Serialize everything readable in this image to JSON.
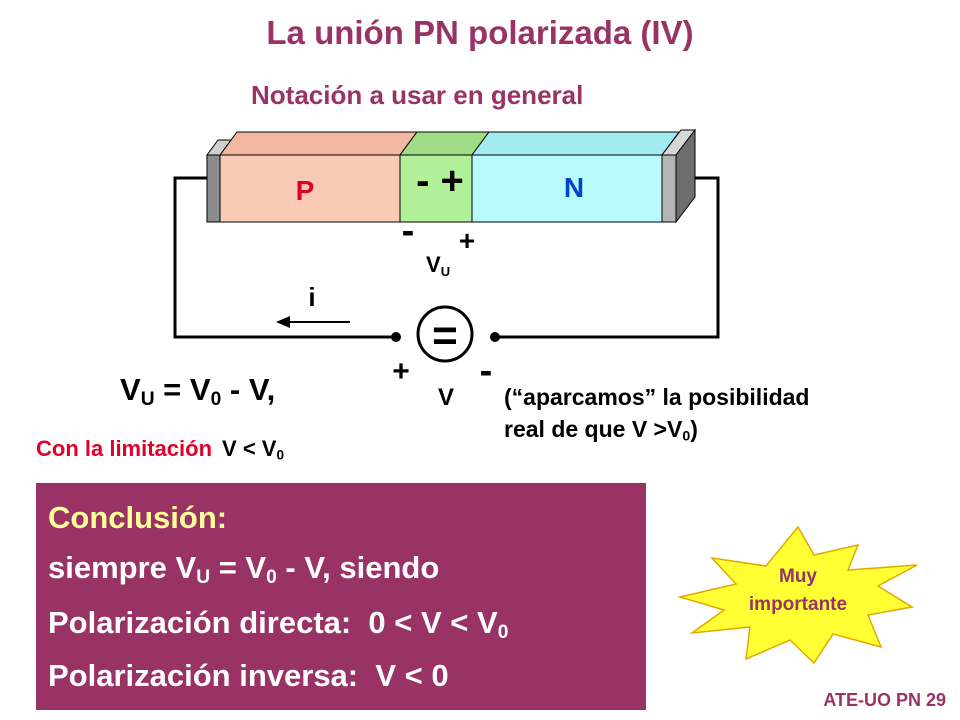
{
  "title": "La unión PN polarizada (IV)",
  "subtitle": "Notación a usar en general",
  "diagram": {
    "p_label": "P",
    "n_label": "N",
    "junction_charges": "- +",
    "vu_minus": "-",
    "vu_plus": "+",
    "vu_label": "V",
    "vu_sub": "U",
    "current_label": "i",
    "source_symbol": "=",
    "source_plus": "+",
    "source_minus": "-",
    "source_v_label": "V",
    "colors": {
      "p": "#f9cbb6",
      "depletion": "#b2f09a",
      "n": "#b7fbff",
      "wire": "#000000"
    }
  },
  "equation": {
    "lhs": "V",
    "lhs_sub": "U",
    "eq": " = V",
    "v0_sub": "0",
    "rest": " - V,"
  },
  "note": {
    "line1": "(“aparcamos” la posibilidad",
    "line2_a": "real de que V >V",
    "line2_sub": "0",
    "line2_b": ")"
  },
  "limitation": {
    "label": "Con la limitación",
    "cond": "V < V",
    "cond_sub": "0"
  },
  "conclusion": {
    "heading": "Conclusión:",
    "l1_a": "siempre V",
    "l1_sub1": "U",
    "l1_b": " = V",
    "l1_sub2": "0",
    "l1_c": " - V, siendo",
    "l2_a": "Polarización directa:  0 < V < V",
    "l2_sub": "0",
    "l3": "Polarización inversa:  V < 0",
    "colors": {
      "background": "#993366",
      "heading": "#ffff99",
      "text": "#ffffff"
    }
  },
  "badge": {
    "line1": "Muy",
    "line2": "importante",
    "colors": {
      "fill": "#ffff33",
      "text": "#993366"
    }
  },
  "footer": "ATE-UO PN 29"
}
